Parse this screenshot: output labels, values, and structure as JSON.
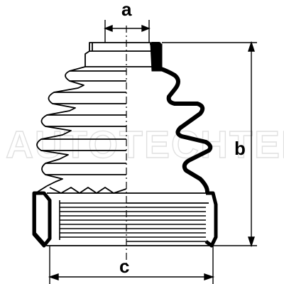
{
  "drawing": {
    "subject": "cv-joint-boot",
    "dimensions": {
      "a": "a",
      "b": "b",
      "c": "c"
    },
    "watermark": "AUTOTECHTEILE",
    "colors": {
      "line": "#000000",
      "background": "#ffffff",
      "watermark": "#c8c8c8"
    }
  }
}
